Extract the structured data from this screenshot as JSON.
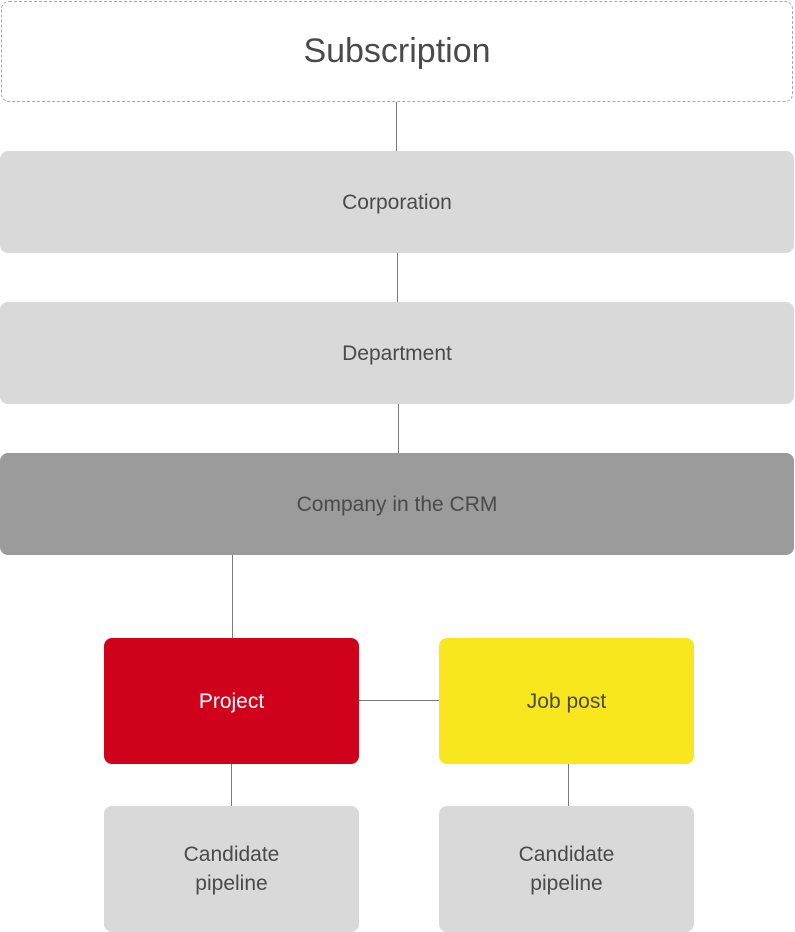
{
  "diagram": {
    "subscription": {
      "label": "Subscription"
    },
    "corporation": {
      "label": "Corporation"
    },
    "department": {
      "label": "Department"
    },
    "company": {
      "label": "Company in the CRM"
    },
    "project": {
      "label": "Project"
    },
    "job_post": {
      "label": "Job post"
    },
    "pipeline_left": {
      "line1": "Candidate",
      "line2": "pipeline"
    },
    "pipeline_right": {
      "line1": "Candidate",
      "line2": "pipeline"
    }
  },
  "colors": {
    "light_gray": "#d9d9d9",
    "dark_gray": "#9b9b9b",
    "red": "#d0021b",
    "yellow": "#f8e71c",
    "text": "#4a4a4a",
    "white_text": "#ffffff",
    "connector": "#7a7a7a"
  }
}
